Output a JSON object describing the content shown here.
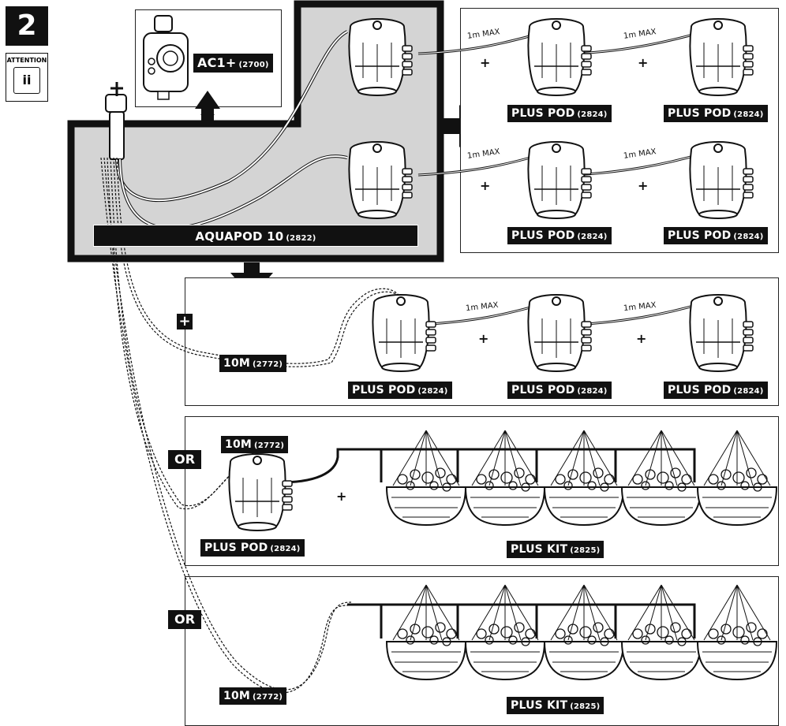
{
  "step_number": "2",
  "attention": {
    "title": "ATTENTION",
    "mark": "ii"
  },
  "timer": {
    "name": "AC1+",
    "code": "(2700)"
  },
  "main_kit": {
    "name": "AQUAPOD 10",
    "code": "(2822)"
  },
  "plus_pod": {
    "name": "PLUS POD",
    "code": "(2824)"
  },
  "plus_kit": {
    "name": "PLUS KIT",
    "code": "(2825)"
  },
  "hose": {
    "name": "10M",
    "code": "(2772)"
  },
  "distance_label": "1m MAX",
  "plus_sign": "+",
  "or_label": "OR",
  "colors": {
    "label_bg": "#111111",
    "kit_fill": "#d4d4d4",
    "line": "#222222"
  }
}
